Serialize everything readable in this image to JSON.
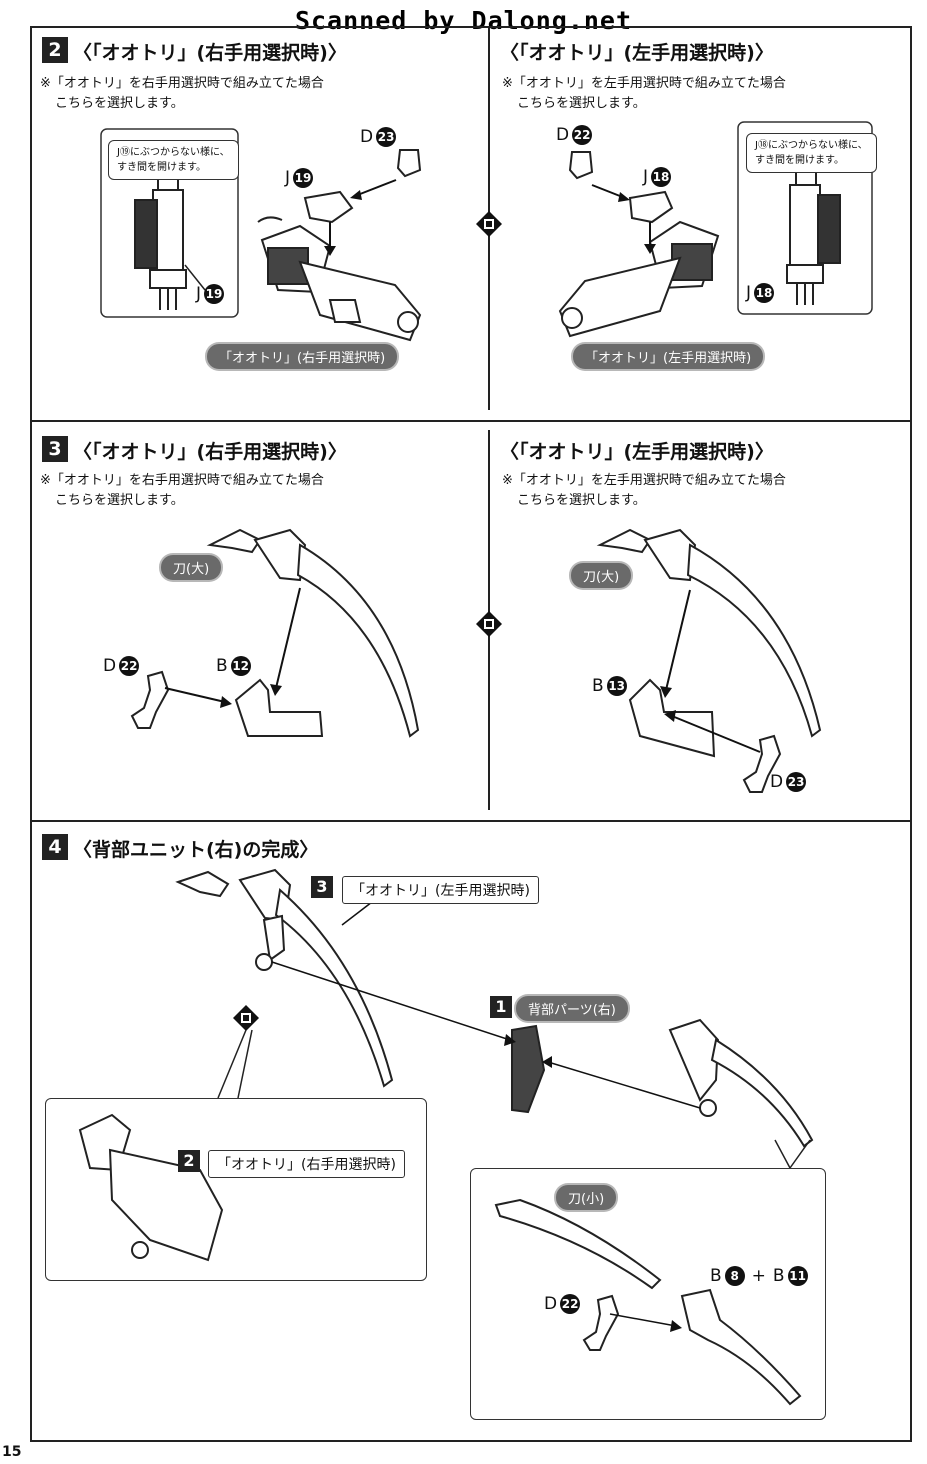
{
  "watermark": "Scanned by Dalong.net",
  "page_number": "15",
  "step2": {
    "number": "2",
    "right": {
      "heading": "〈「オオトリ」(右手用選択時)〉",
      "note_line1": "※「オオトリ」を右手用選択時で組み立てた場合",
      "note_line2": "こちらを選択します。",
      "callout_line1": "J⑲にぶつからない様に、",
      "callout_line2": "すき間を開けます。",
      "part_d": {
        "letter": "D",
        "num": "23"
      },
      "part_j_top": {
        "letter": "J",
        "num": "19"
      },
      "part_j_inset": {
        "letter": "J",
        "num": "19"
      },
      "pill": "「オオトリ」(右手用選択時)"
    },
    "left": {
      "heading": "〈「オオトリ」(左手用選択時)〉",
      "note_line1": "※「オオトリ」を左手用選択時で組み立てた場合",
      "note_line2": "こちらを選択します。",
      "callout_line1": "J⑱にぶつからない様に、",
      "callout_line2": "すき間を開けます。",
      "part_d": {
        "letter": "D",
        "num": "22"
      },
      "part_j_top": {
        "letter": "J",
        "num": "18"
      },
      "part_j_inset": {
        "letter": "J",
        "num": "18"
      },
      "pill": "「オオトリ」(左手用選択時)"
    }
  },
  "step3": {
    "number": "3",
    "right": {
      "heading": "〈「オオトリ」(右手用選択時)〉",
      "note_line1": "※「オオトリ」を右手用選択時で組み立てた場合",
      "note_line2": "こちらを選択します。",
      "blade_pill": "刀(大)",
      "part_d": {
        "letter": "D",
        "num": "22"
      },
      "part_b": {
        "letter": "B",
        "num": "12"
      }
    },
    "left": {
      "heading": "〈「オオトリ」(左手用選択時)〉",
      "note_line1": "※「オオトリ」を左手用選択時で組み立てた場合",
      "note_line2": "こちらを選択します。",
      "blade_pill": "刀(大)",
      "part_b": {
        "letter": "B",
        "num": "13"
      },
      "part_d": {
        "letter": "D",
        "num": "23"
      }
    }
  },
  "step4": {
    "number": "4",
    "heading": "〈背部ユニット(右)の完成〉",
    "ref3": {
      "num": "3",
      "label": "「オオトリ」(左手用選択時)"
    },
    "ref2": {
      "num": "2",
      "label": "「オオトリ」(右手用選択時)"
    },
    "ref1": {
      "num": "1",
      "pill": "背部パーツ(右)"
    },
    "small_blade_pill": "刀(小)",
    "part_b8": {
      "letter": "B",
      "num": "8"
    },
    "plus": "+",
    "part_b11": {
      "letter": "B",
      "num": "11"
    },
    "part_d": {
      "letter": "D",
      "num": "22"
    }
  }
}
